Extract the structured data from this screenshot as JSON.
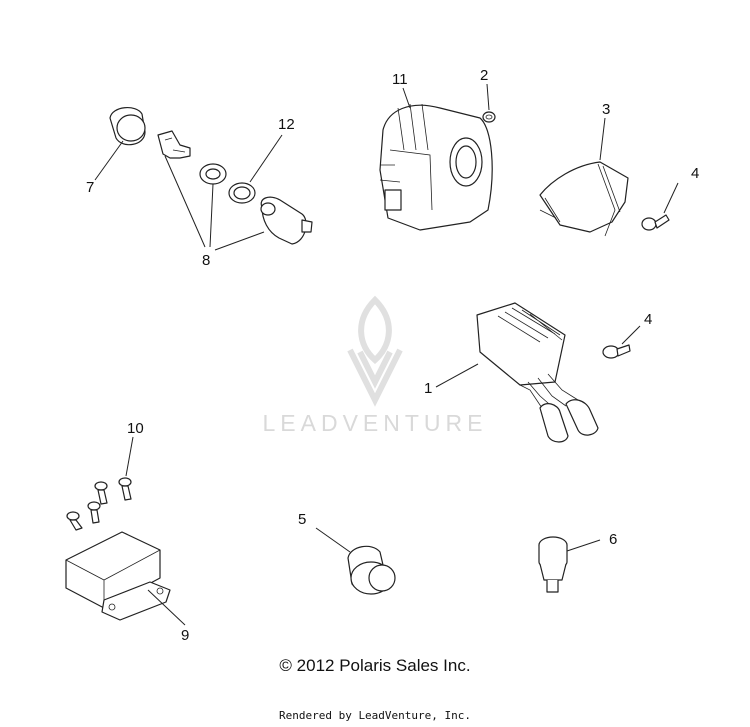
{
  "callouts": {
    "c1": "1",
    "c2": "2",
    "c3": "3",
    "c4a": "4",
    "c4b": "4",
    "c5": "5",
    "c6": "6",
    "c7": "7",
    "c8": "8",
    "c9": "9",
    "c10": "10",
    "c11": "11",
    "c12": "12"
  },
  "watermark": {
    "brand": "LEADVENTURE"
  },
  "footer": {
    "copyright": "© 2012 Polaris Sales Inc.",
    "rendered_by": "Rendered by LeadVenture, Inc."
  }
}
